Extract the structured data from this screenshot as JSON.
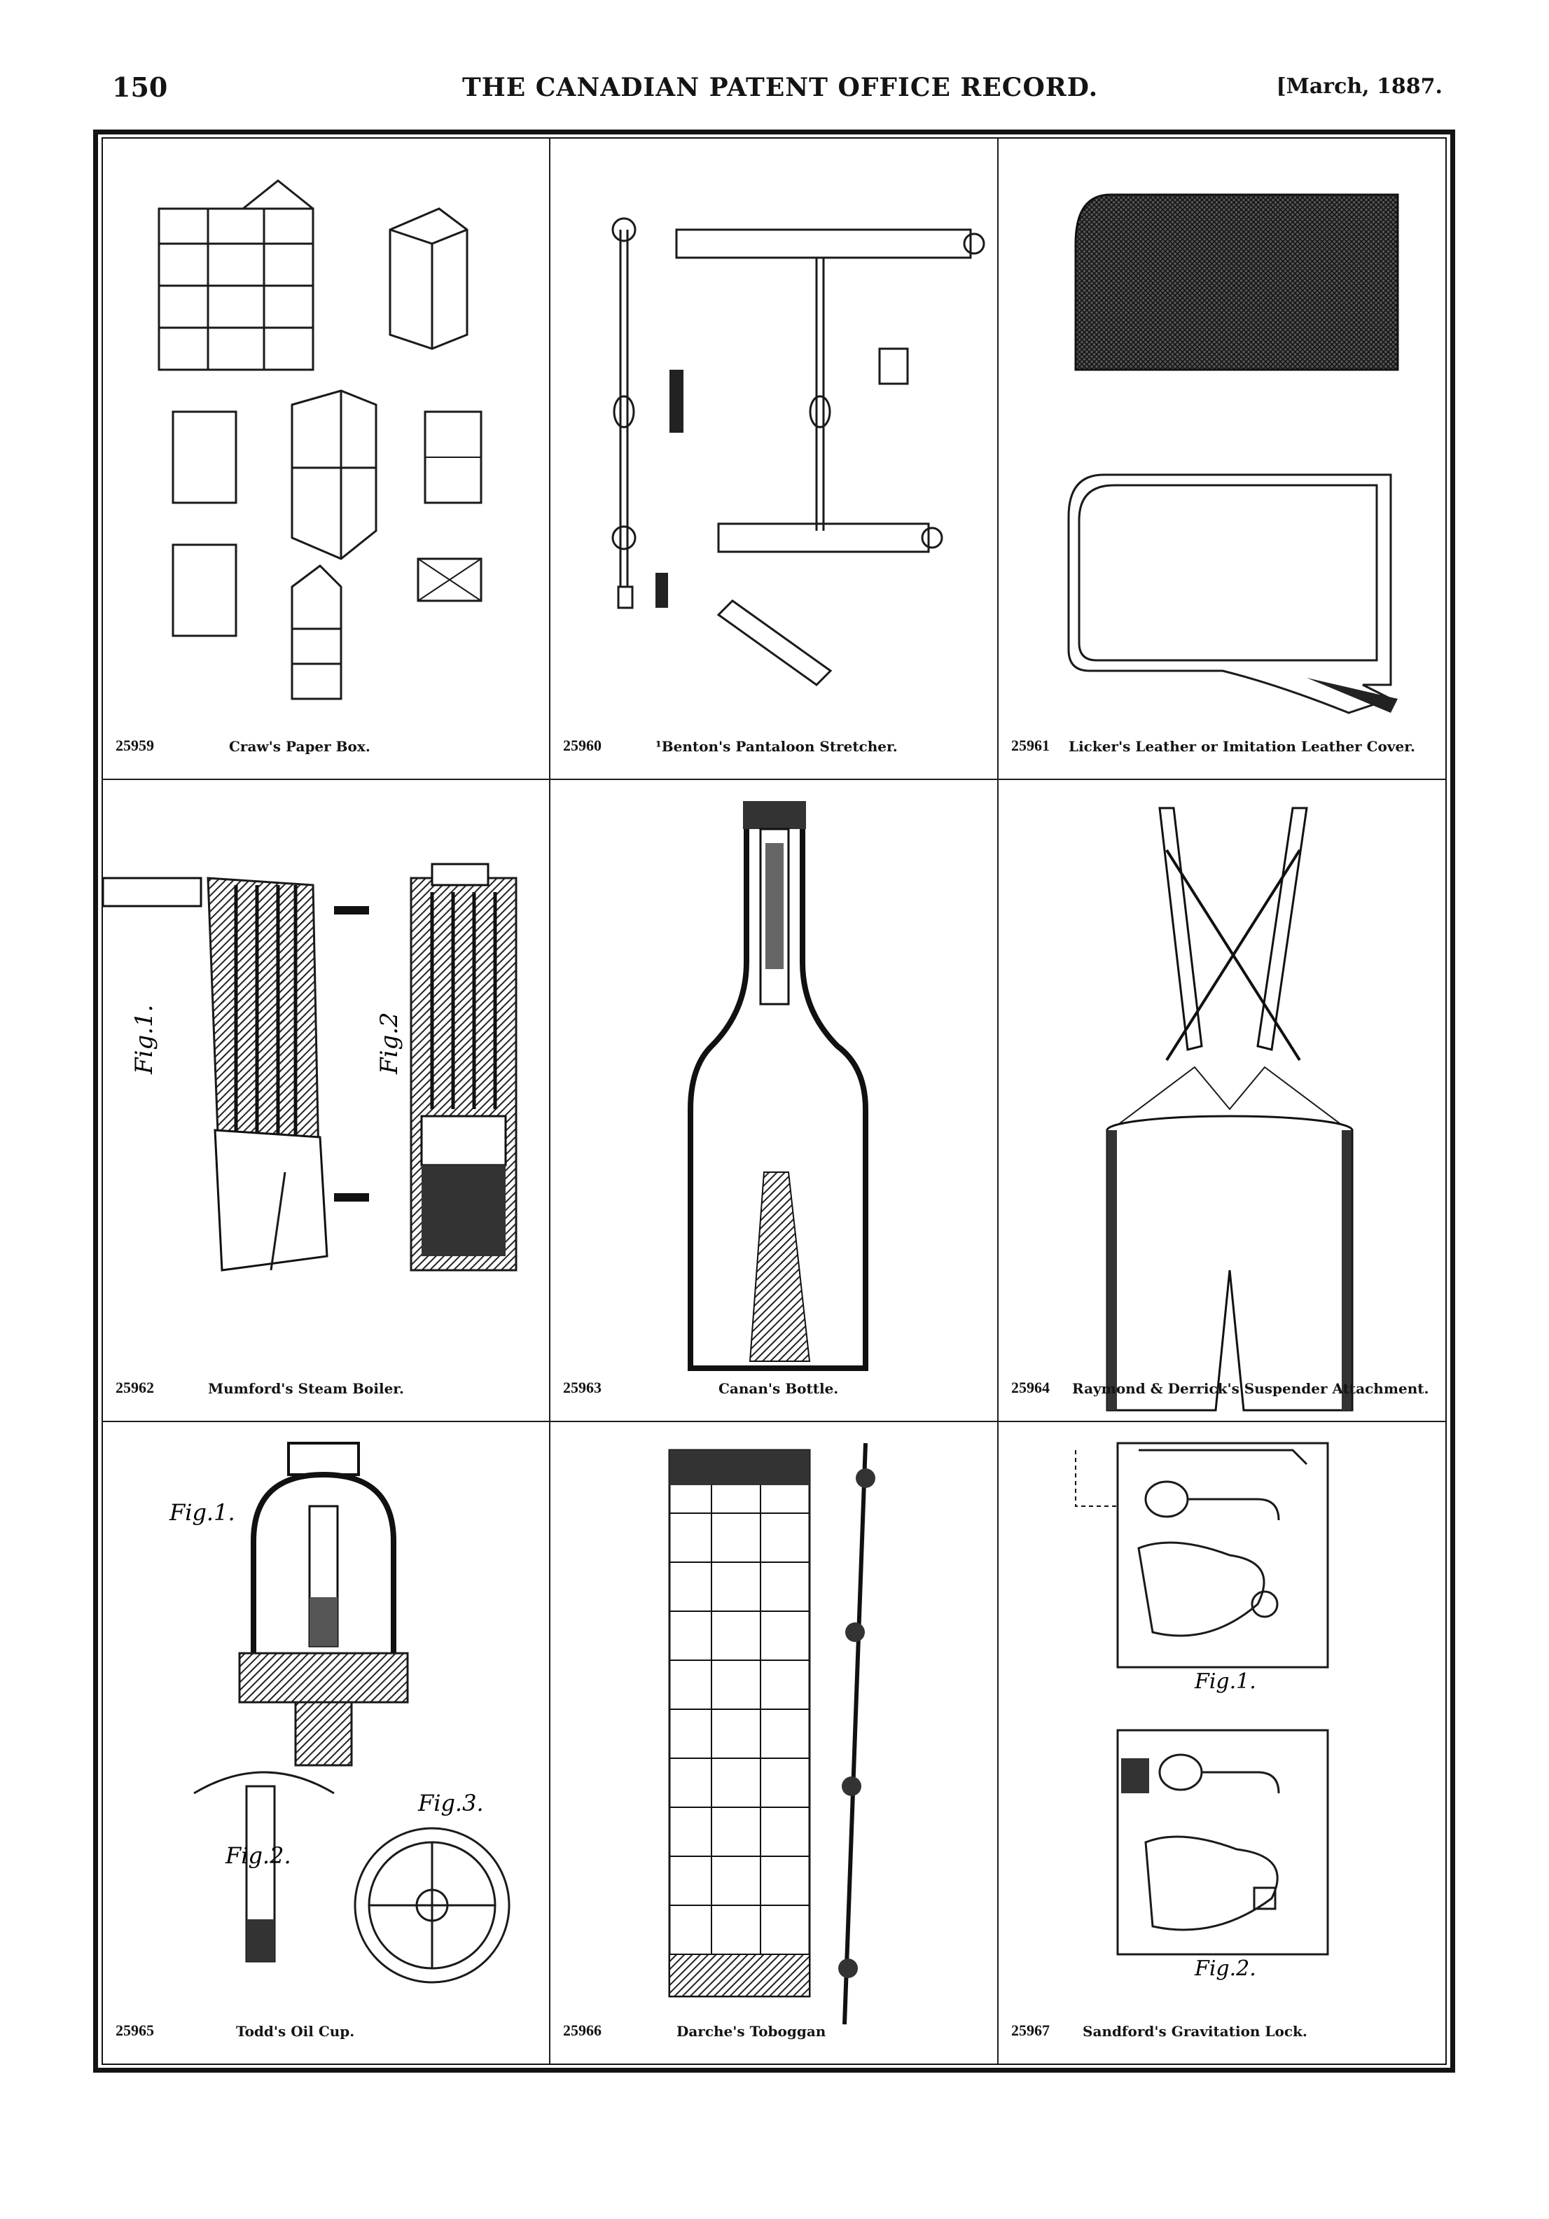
{
  "header": {
    "page_number": "150",
    "title": "THE CANADIAN PATENT OFFICE RECORD.",
    "date": "[March, 1887."
  },
  "patents": [
    {
      "number": "25959",
      "title": "Craw's Paper Box.",
      "drawing": "paper-box-drawing"
    },
    {
      "number": "25960",
      "title": "¹Benton's Pantaloon Stretcher.",
      "drawing": "pantaloon-stretcher-drawing"
    },
    {
      "number": "25961",
      "title": "Licker's Leather or Imitation Leather Cover.",
      "drawing": "leather-cover-drawing"
    },
    {
      "number": "25962",
      "title": "Mumford's Steam Boiler.",
      "drawing": "steam-boiler-drawing"
    },
    {
      "number": "25963",
      "title": "Canan's Bottle.",
      "drawing": "bottle-drawing"
    },
    {
      "number": "25964",
      "title": "Raymond & Derrick's Suspender Attachment.",
      "drawing": "suspender-drawing"
    },
    {
      "number": "25965",
      "title": "Todd's Oil Cup.",
      "drawing": "oil-cup-drawing"
    },
    {
      "number": "25966",
      "title": "Darche's Toboggan",
      "drawing": "toboggan-drawing"
    },
    {
      "number": "25967",
      "title": "Sandford's Gravitation Lock.",
      "drawing": "lock-drawing"
    }
  ],
  "figure_labels": {
    "boiler_fig1": "Fig.1.",
    "boiler_fig2": "Fig.2",
    "oilcup_fig1": "Fig.1.",
    "oilcup_fig2": "Fig.2.",
    "oilcup_fig3": "Fig.3.",
    "lock_fig1": "Fig.1.",
    "lock_fig2": "Fig.2."
  }
}
